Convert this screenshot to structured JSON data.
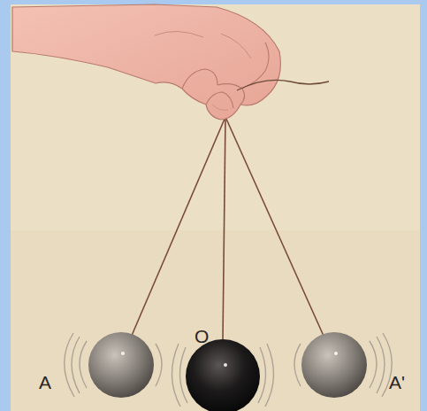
{
  "diagram": {
    "labels": [
      "A",
      "O",
      "A'"
    ]
  }
}
